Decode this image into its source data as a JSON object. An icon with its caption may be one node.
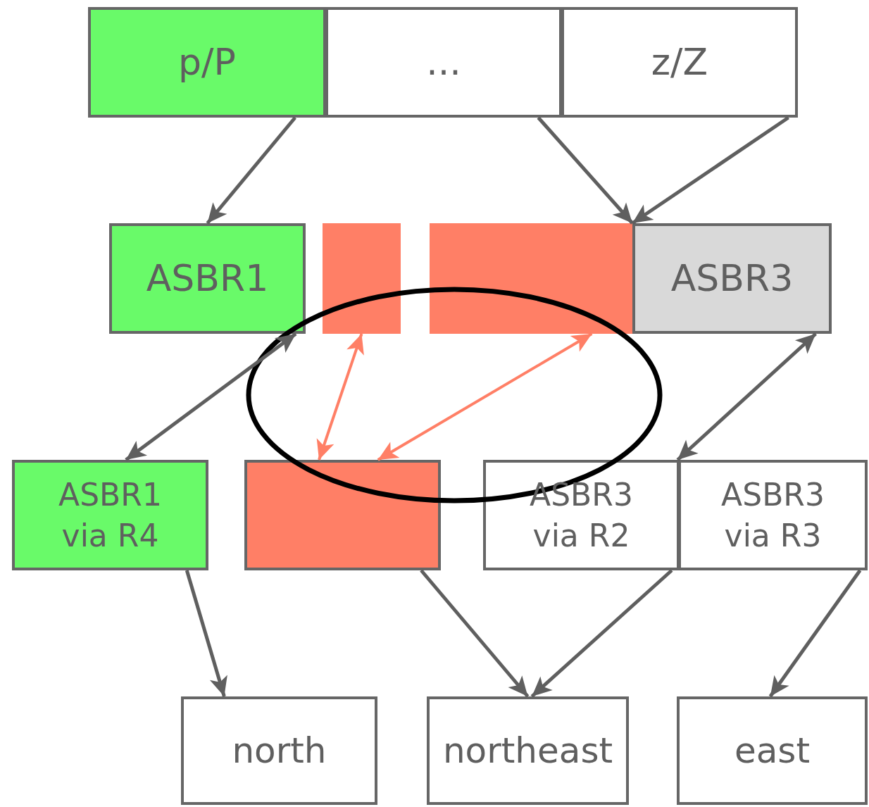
{
  "diagram": {
    "nodes": [
      {
        "text": [
          "p/P"
        ]
      },
      {
        "text": [
          "..."
        ]
      },
      {
        "text": [
          "z/Z"
        ]
      },
      {
        "text": [
          "ASBR1"
        ]
      },
      {
        "text": [],
        "shape": "box"
      },
      {
        "text": [],
        "shape": "box"
      },
      {
        "text": [
          "ASBR3"
        ]
      },
      {
        "text": [
          "ASBR1 via R4"
        ]
      },
      {
        "text": [],
        "shape": "box"
      },
      {
        "text": [
          "ASBR3 via R2"
        ]
      },
      {
        "text": [
          "ASBR3 via R3"
        ]
      },
      {
        "text": [
          "north"
        ]
      },
      {
        "text": [
          "northeast"
        ]
      },
      {
        "text": [
          "east"
        ]
      }
    ],
    "edges": [
      {
        "from": 0,
        "to": 3,
        "arrow": "to"
      },
      {
        "from": 1,
        "to": 6,
        "arrow": "to"
      },
      {
        "from": 2,
        "to": 6,
        "arrow": "to"
      },
      {
        "from": 3,
        "to": 7,
        "arrow": "both"
      },
      {
        "from": 4,
        "to": 8,
        "arrow": "both",
        "color": "#ff7f66"
      },
      {
        "from": 5,
        "to": 8,
        "arrow": "both",
        "color": "#ff7f66"
      },
      {
        "from": 6,
        "to": 9,
        "arrow": "both"
      },
      {
        "from": 7,
        "to": 11,
        "arrow": "to"
      },
      {
        "from": 8,
        "to": 12,
        "arrow": "to"
      },
      {
        "from": 9,
        "to": 12,
        "arrow": "to"
      },
      {
        "from": 10,
        "to": 13,
        "arrow": "to"
      }
    ]
  }
}
